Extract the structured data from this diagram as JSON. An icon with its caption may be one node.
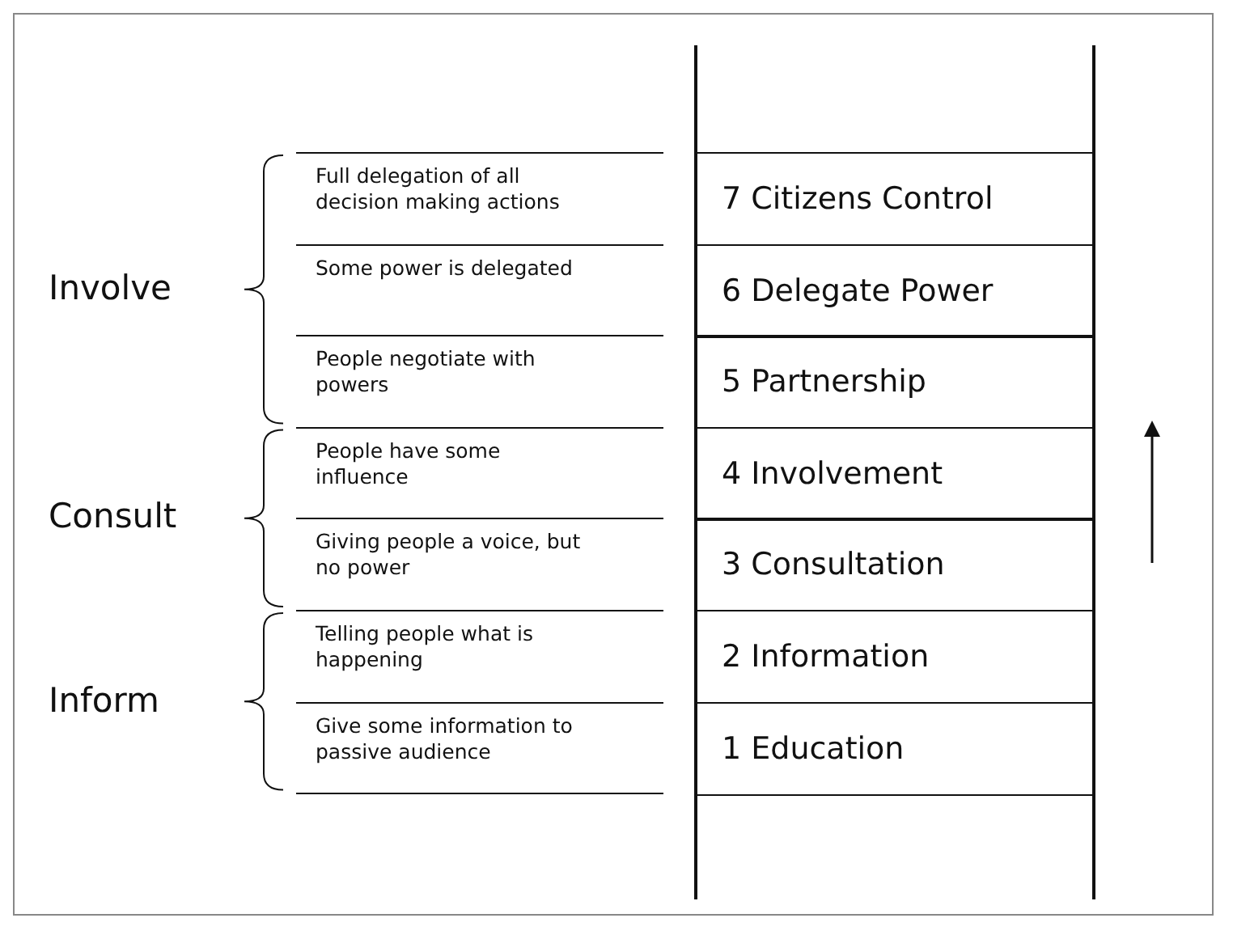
{
  "diagram": {
    "nodes": [
      {
        "text": [
          "7 Citizens Control"
        ]
      },
      {
        "text": [
          "6 Delegate Power"
        ]
      },
      {
        "text": [
          "5 Partnership"
        ]
      },
      {
        "text": [
          "4 Involvement"
        ]
      },
      {
        "text": [
          "3 Consultation"
        ]
      },
      {
        "text": [
          "2 Information"
        ]
      },
      {
        "text": [
          "1 Education"
        ]
      }
    ],
    "edges": [],
    "labels": [
      "Involve",
      "Full delegation of all decision making actions",
      "Some power is delegated",
      "People negotiate with powers",
      "Consult",
      "People have some influence",
      "Giving people a voice, but no power",
      "Inform",
      "Telling people what is happening",
      "Give some information to passive audience"
    ]
  }
}
